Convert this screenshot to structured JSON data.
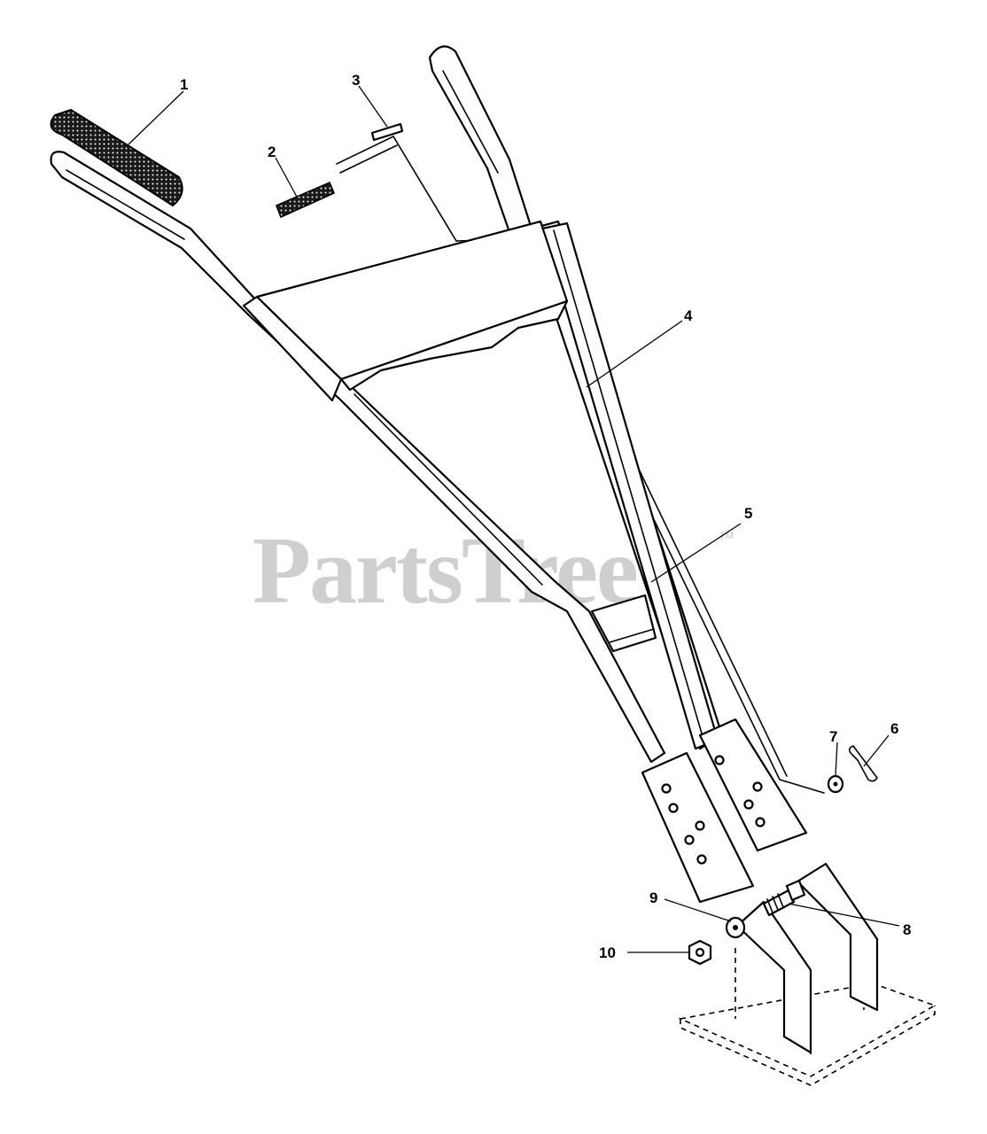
{
  "watermark": {
    "text": "PartsTree",
    "trademark": "TM"
  },
  "callouts": [
    {
      "id": "1",
      "label": "1"
    },
    {
      "id": "2",
      "label": "2"
    },
    {
      "id": "3",
      "label": "3"
    },
    {
      "id": "4",
      "label": "4"
    },
    {
      "id": "5",
      "label": "5"
    },
    {
      "id": "6",
      "label": "6"
    },
    {
      "id": "7",
      "label": "7"
    },
    {
      "id": "8",
      "label": "8"
    },
    {
      "id": "9",
      "label": "9"
    },
    {
      "id": "10",
      "label": "10"
    }
  ],
  "colors": {
    "line": "#000000",
    "watermark": "#cfcfcf",
    "background": "#ffffff"
  }
}
